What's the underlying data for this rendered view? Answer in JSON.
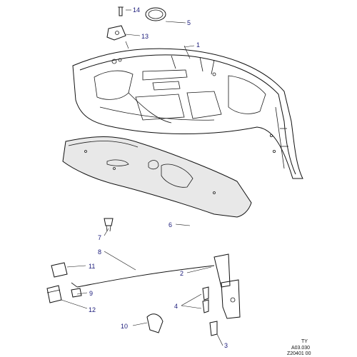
{
  "callouts": {
    "c1": "1",
    "c2": "2",
    "c3": "3",
    "c4": "4",
    "c5": "5",
    "c6": "6",
    "c7": "7",
    "c8": "8",
    "c9": "9",
    "c10": "10",
    "c11": "11",
    "c12": "12",
    "c13": "13",
    "c14": "14"
  },
  "reference": {
    "line1": "TY",
    "line2": "A03.030",
    "line3": "Z20401 00"
  },
  "colors": {
    "line": "#111111",
    "callout_text": "#1a1a7a",
    "background": "#ffffff",
    "insulation_fill": "#e8e8e8"
  }
}
